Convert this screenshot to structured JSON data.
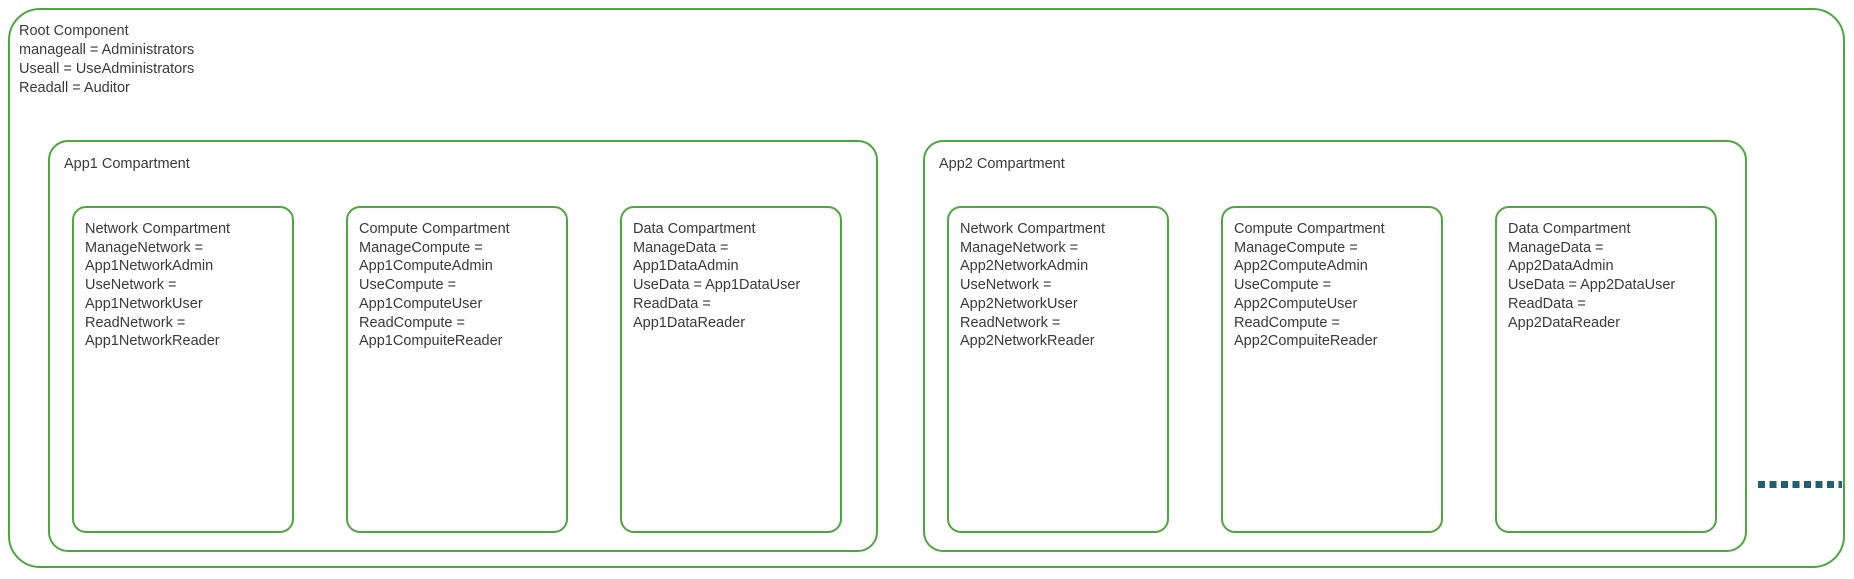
{
  "diagram": {
    "colors": {
      "border_green": "#4EA73E",
      "dots_teal": "#1F6076",
      "text": "#3A3A3A"
    },
    "root": {
      "title": "Root Component",
      "lines": [
        "manageall = Administrators",
        "Useall = UseAdministrators",
        "Readall = Auditor"
      ]
    },
    "apps": [
      {
        "title": "App1 Compartment",
        "compartments": [
          {
            "title": "Network Compartment",
            "lines": [
              "ManageNetwork =",
              "App1NetworkAdmin",
              "UseNetwork =",
              "App1NetworkUser",
              "ReadNetwork =",
              "App1NetworkReader"
            ]
          },
          {
            "title": "Compute Compartment",
            "lines": [
              "ManageCompute =",
              "App1ComputeAdmin",
              "UseCompute =",
              "App1ComputeUser",
              "ReadCompute =",
              "App1CompuiteReader"
            ]
          },
          {
            "title": "Data Compartment",
            "lines": [
              "ManageData =",
              "App1DataAdmin",
              "UseData = App1DataUser",
              "ReadData =",
              "App1DataReader"
            ]
          }
        ]
      },
      {
        "title": "App2 Compartment",
        "compartments": [
          {
            "title": "Network Compartment",
            "lines": [
              "ManageNetwork =",
              "App2NetworkAdmin",
              "UseNetwork =",
              "App2NetworkUser",
              "ReadNetwork =",
              "App2NetworkReader"
            ]
          },
          {
            "title": "Compute Compartment",
            "lines": [
              "ManageCompute =",
              "App2ComputeAdmin",
              "UseCompute =",
              "App2ComputeUser",
              "ReadCompute =",
              "App2CompuiteReader"
            ]
          },
          {
            "title": "Data Compartment",
            "lines": [
              "ManageData =",
              "App2DataAdmin",
              "UseData = App2DataUser",
              "ReadData =",
              "App2DataReader"
            ]
          }
        ]
      }
    ],
    "continuation": {
      "icon": "dashed-ellipsis",
      "color": "#1F6076"
    }
  }
}
